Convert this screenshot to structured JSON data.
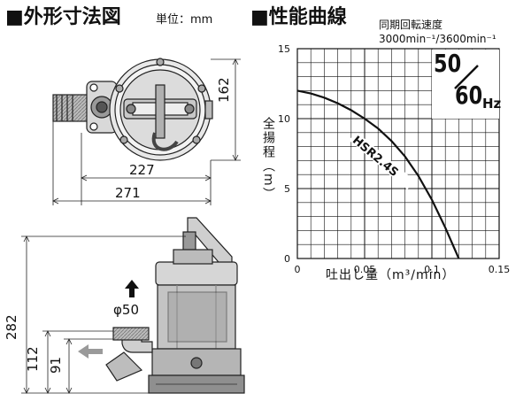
{
  "left_panel": {
    "title": "■外形寸法図",
    "unit_label": "単位：mm",
    "dims": {
      "top_height": "162",
      "inner_width": "227",
      "outer_width": "271",
      "total_height": "282",
      "outlet_height": "112",
      "outlet_center": "91",
      "outlet_diameter": "φ50"
    }
  },
  "right_panel": {
    "title": "■性能曲線",
    "speed_label": "同期回転速度",
    "speed_values": "3000min⁻¹/3600min⁻¹",
    "freq_top": "50",
    "freq_bottom": "60",
    "freq_unit": "Hz",
    "curve_label": "HSR2.4S",
    "y_label": "全揚程（m）",
    "x_label": "吐出し量（m³/min）"
  },
  "chart_data": {
    "type": "line",
    "title": "",
    "xlabel": "吐出し量（m³/min）",
    "ylabel": "全揚程（m）",
    "xlim": [
      0,
      0.15
    ],
    "ylim": [
      0,
      15
    ],
    "x_ticks": [
      "0",
      "0.05",
      "0.1",
      "0.15"
    ],
    "y_ticks": [
      "0",
      "5",
      "10",
      "15"
    ],
    "grid": true,
    "series": [
      {
        "name": "HSR2.4S",
        "x": [
          0,
          0.01,
          0.02,
          0.03,
          0.04,
          0.05,
          0.06,
          0.07,
          0.08,
          0.09,
          0.1,
          0.11,
          0.12
        ],
        "y": [
          12.0,
          11.8,
          11.5,
          11.1,
          10.6,
          10.0,
          9.3,
          8.4,
          7.3,
          5.9,
          4.2,
          2.2,
          0.0
        ]
      }
    ]
  }
}
